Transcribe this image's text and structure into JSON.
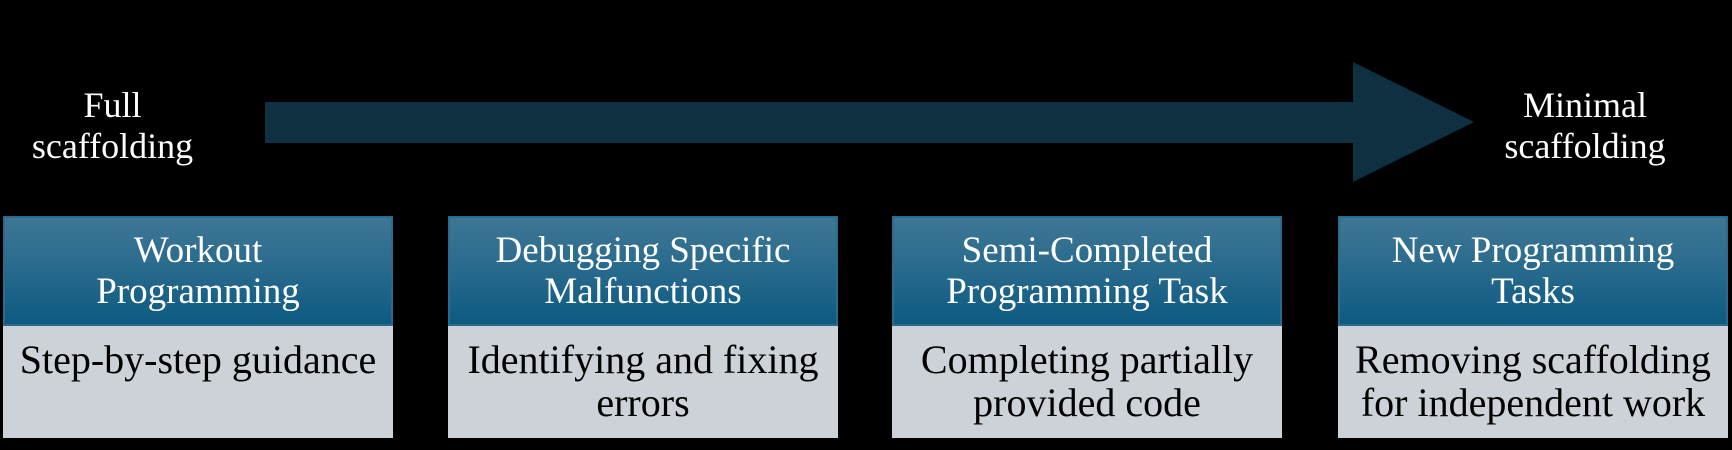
{
  "arrow": {
    "left_label": "Full\nscaffolding",
    "right_label": "Minimal\nscaffolding",
    "direction": "left-to-right"
  },
  "stages": [
    {
      "title": "Workout\nProgramming",
      "description": "Step-by-step guidance"
    },
    {
      "title": "Debugging Specific\nMalfunctions",
      "description": "Identifying and fixing\nerrors"
    },
    {
      "title": "Semi-Completed\nProgramming Task",
      "description": "Completing partially\nprovided code"
    },
    {
      "title": "New Programming\nTasks",
      "description": "Removing scaffolding\nfor independent work"
    }
  ],
  "colors": {
    "background": "#000000",
    "arrow": "#0e3040",
    "header_gradient_top": "#3e7695",
    "header_gradient_bottom": "#0d5a82",
    "header_border": "#2b6a8c",
    "header_text": "#ffffff",
    "body_background": "#cdd2d9",
    "body_text": "#000000"
  }
}
